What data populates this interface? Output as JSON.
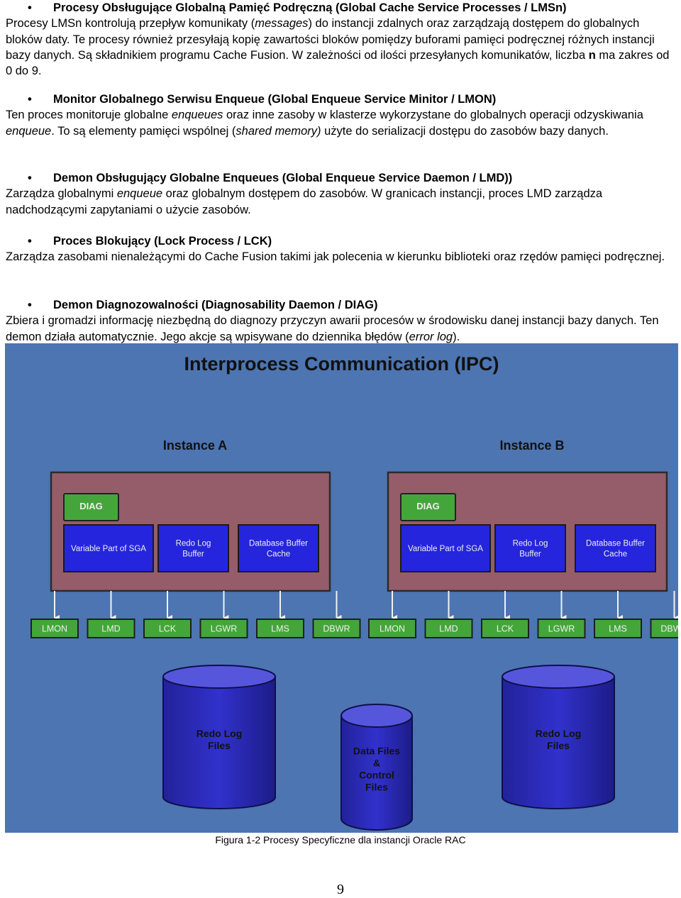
{
  "sections": [
    {
      "heading": "Procesy Obsługujące Globalną Pamięć Podręczną (Global Cache Service Processes / LMSn)",
      "body": [
        {
          "t": "Procesy LMSn kontrolują przepływ komunikaty ("
        },
        {
          "t": "messages",
          "i": true
        },
        {
          "t": ") do instancji zdalnych oraz zarządzają dostępem do globalnych bloków daty. Te procesy również przesyłają kopię zawartości bloków pomiędzy buforami pamięci podręcznej różnych instancji bazy danych. Są składnikiem programu Cache Fusion. W zależności od ilości przesyłanych komunikatów, liczba "
        },
        {
          "t": "n",
          "b": true
        },
        {
          "t": " ma zakres od 0 do 9."
        }
      ]
    },
    {
      "heading": "Monitor Globalnego Serwisu Enqueue (Global Enqueue Service Minitor / LMON)",
      "body": [
        {
          "t": "Ten proces monitoruje globalne "
        },
        {
          "t": "enqueues",
          "i": true
        },
        {
          "t": " oraz inne zasoby w klasterze wykorzystane do globalnych operacji odzyskiwania "
        },
        {
          "t": "enqueue",
          "i": true
        },
        {
          "t": ". To są elementy pamięci wspólnej ("
        },
        {
          "t": "shared memory)",
          "i": true
        },
        {
          "t": " użyte do serializacji dostępu do zasobów bazy danych."
        }
      ]
    },
    {
      "heading": "Demon Obsługujący Globalne Enqueues (Global Enqueue Service Daemon / LMD))",
      "body": [
        {
          "t": "Zarządza globalnymi "
        },
        {
          "t": "enqueue",
          "i": true
        },
        {
          "t": " oraz globalnym dostępem do zasobów. W granicach instancji, proces LMD zarządza nadchodzącymi zapytaniami o użycie zasobów."
        }
      ]
    },
    {
      "heading": "Proces Blokujący (Lock Process / LCK)",
      "body": [
        {
          "t": "Zarządza zasobami nienależącymi do Cache Fusion takimi jak polecenia w kierunku biblioteki oraz rzędów pamięci podręcznej."
        }
      ]
    },
    {
      "heading": "Demon Diagnozowalności (Diagnosability Daemon / DIAG)",
      "body": [
        {
          "t": "Zbiera i gromadzi informację niezbędną do diagnozy przyczyn awarii procesów w środowisku danej instancji bazy danych. Ten demon działa automatycznie. Jego akcje są wpisywane do dziennika błędów ("
        },
        {
          "t": "error log",
          "i": true
        },
        {
          "t": ")."
        }
      ]
    }
  ],
  "bullet_glyph": "•",
  "diagram": {
    "title": "Interprocess Communication (IPC)",
    "instances": [
      {
        "label": "Instance A",
        "diag": "DIAG",
        "memory": [
          "Variable Part of SGA",
          "Redo Log Buffer",
          "Database Buffer Cache"
        ]
      },
      {
        "label": "Instance B",
        "diag": "DIAG",
        "memory": [
          "Variable Part of SGA",
          "Redo Log Buffer",
          "Database Buffer Cache"
        ]
      }
    ],
    "processes": [
      "LMON",
      "LMD",
      "LCK",
      "LGWR",
      "LMS",
      "DBWR"
    ],
    "storage": [
      {
        "lines": [
          "Redo Log",
          "Files"
        ]
      },
      {
        "lines": [
          "Data Files",
          "&",
          "Control",
          "Files"
        ]
      },
      {
        "lines": [
          "Redo Log",
          "Files"
        ]
      }
    ],
    "colors": {
      "background": "#4c75b2",
      "instance_box": "#955d6a",
      "diag_box": "#44a63a",
      "memory_box": "#2525dd",
      "process_box": "#44a63a",
      "cylinder": "#3131cc",
      "title_text": "#111111",
      "label_text": "#eeeeee"
    }
  },
  "caption": "Figura 1-2 Procesy Specyficzne dla instancji Oracle RAC",
  "page_number": "9"
}
